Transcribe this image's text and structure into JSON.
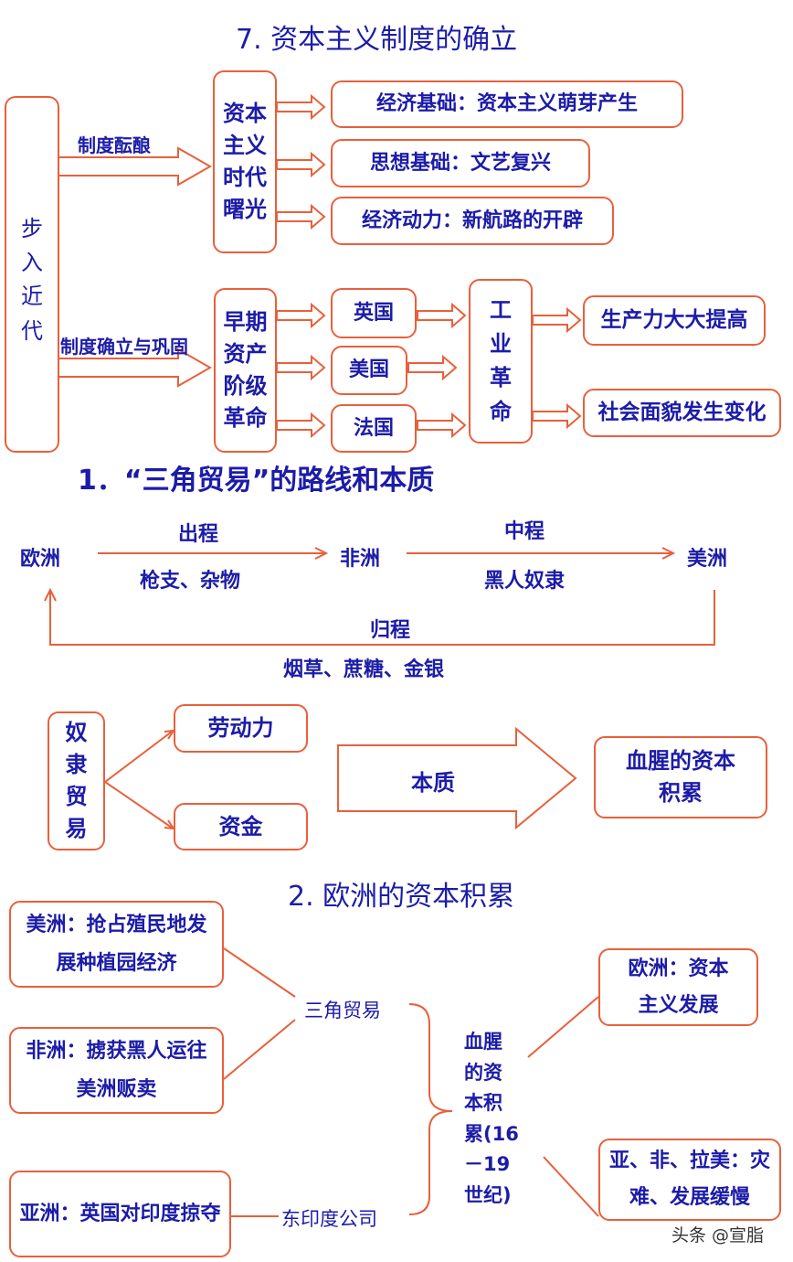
{
  "section1": {
    "title": "7. 资本主义制度的确立",
    "root": "步入近代",
    "label_top": "制度酝酿",
    "label_bottom": "制度确立与巩固",
    "dawn": "资本主义时代曙光",
    "dawn_items": [
      "经济基础：资本主义萌芽产生",
      "思想基础：文艺复兴",
      "经济动力：新航路的开辟"
    ],
    "revolution": "早期资产阶级革命",
    "countries": [
      "英国",
      "美国",
      "法国"
    ],
    "industrial": "工业革命",
    "results": [
      "生产力大大提高",
      "社会面貌发生变化"
    ]
  },
  "section2": {
    "title": "1．“三角贸易”的路线和本质",
    "europe": "欧洲",
    "africa": "非洲",
    "america": "美洲",
    "out_label": "出程",
    "out_goods": "枪支、杂物",
    "mid_label": "中程",
    "mid_goods": "黑人奴隶",
    "return_label": "归程",
    "return_goods": "烟草、蔗糖、金银",
    "slave_trade": "奴隶贸易",
    "labor": "劳动力",
    "funds": "资金",
    "essence": "本质",
    "result": "血腥的资本积累"
  },
  "section3": {
    "title": "2. 欧洲的资本积累",
    "america": "美洲：抢占殖民地发展种植园经济",
    "africa": "非洲：掳获黑人运往美洲贩卖",
    "asia": "亚洲：英国对印度掠夺",
    "triangle": "三角贸易",
    "east_india": "东印度公司",
    "center": "血腥的资本积累(16－19世纪)",
    "europe_result": "欧洲：资本主义发展",
    "others_result": "亚、非、拉美：灾难、发展缓慢"
  },
  "watermark": "头条 @宣脂",
  "colors": {
    "text": "#1c1ca8",
    "line": "#e8603c"
  }
}
